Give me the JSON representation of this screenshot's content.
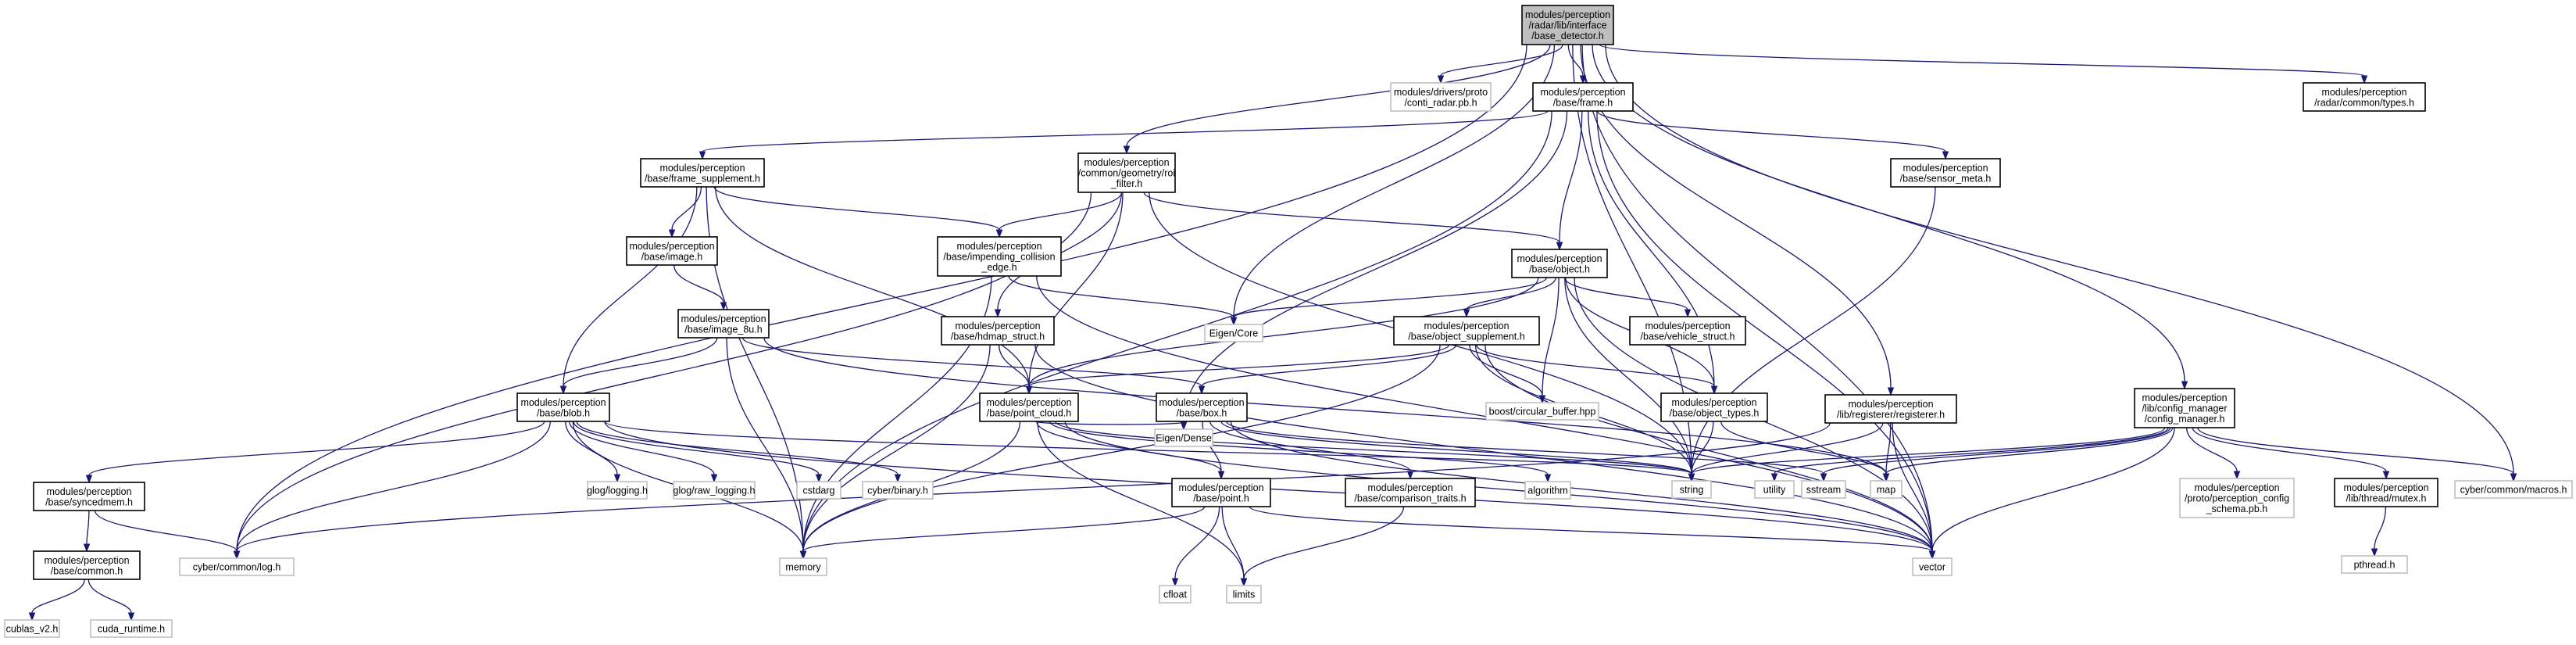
{
  "diagram": {
    "nodes": [
      {
        "id": "root",
        "lines": [
          "modules/perception",
          "/radar/lib/interface",
          "/base_detector.h"
        ],
        "kind": "root"
      },
      {
        "id": "conti",
        "lines": [
          "modules/drivers/proto",
          "/conti_radar.pb.h"
        ],
        "kind": "external"
      },
      {
        "id": "frame",
        "lines": [
          "modules/perception",
          "/base/frame.h"
        ],
        "kind": "file"
      },
      {
        "id": "radartypes",
        "lines": [
          "modules/perception",
          "/radar/common/types.h"
        ],
        "kind": "file"
      },
      {
        "id": "frame_supp",
        "lines": [
          "modules/perception",
          "/base/frame_supplement.h"
        ],
        "kind": "file"
      },
      {
        "id": "roi",
        "lines": [
          "modules/perception",
          "/common/geometry/roi",
          "_filter.h"
        ],
        "kind": "file"
      },
      {
        "id": "sensor_meta",
        "lines": [
          "modules/perception",
          "/base/sensor_meta.h"
        ],
        "kind": "file"
      },
      {
        "id": "image",
        "lines": [
          "modules/perception",
          "/base/image.h"
        ],
        "kind": "file"
      },
      {
        "id": "impending",
        "lines": [
          "modules/perception",
          "/base/impending_collision",
          "_edge.h"
        ],
        "kind": "file"
      },
      {
        "id": "object",
        "lines": [
          "modules/perception",
          "/base/object.h"
        ],
        "kind": "file"
      },
      {
        "id": "image8u",
        "lines": [
          "modules/perception",
          "/base/image_8u.h"
        ],
        "kind": "file"
      },
      {
        "id": "hdmap",
        "lines": [
          "modules/perception",
          "/base/hdmap_struct.h"
        ],
        "kind": "file"
      },
      {
        "id": "eigencore",
        "lines": [
          "Eigen/Core"
        ],
        "kind": "external"
      },
      {
        "id": "obj_supp",
        "lines": [
          "modules/perception",
          "/base/object_supplement.h"
        ],
        "kind": "file"
      },
      {
        "id": "vehicle",
        "lines": [
          "modules/perception",
          "/base/vehicle_struct.h"
        ],
        "kind": "file"
      },
      {
        "id": "blob",
        "lines": [
          "modules/perception",
          "/base/blob.h"
        ],
        "kind": "file"
      },
      {
        "id": "point_cloud",
        "lines": [
          "modules/perception",
          "/base/point_cloud.h"
        ],
        "kind": "file"
      },
      {
        "id": "box",
        "lines": [
          "modules/perception",
          "/base/box.h"
        ],
        "kind": "file"
      },
      {
        "id": "boost",
        "lines": [
          "boost/circular_buffer.hpp"
        ],
        "kind": "external"
      },
      {
        "id": "objtypes",
        "lines": [
          "modules/perception",
          "/base/object_types.h"
        ],
        "kind": "file"
      },
      {
        "id": "registerer",
        "lines": [
          "modules/perception",
          "/lib/registerer/registerer.h"
        ],
        "kind": "file"
      },
      {
        "id": "config_mgr",
        "lines": [
          "modules/perception",
          "/lib/config_manager",
          "/config_manager.h"
        ],
        "kind": "file"
      },
      {
        "id": "syncedmem",
        "lines": [
          "modules/perception",
          "/base/syncedmem.h"
        ],
        "kind": "file"
      },
      {
        "id": "glog",
        "lines": [
          "glog/logging.h"
        ],
        "kind": "external"
      },
      {
        "id": "rawlog",
        "lines": [
          "glog/raw_logging.h"
        ],
        "kind": "external"
      },
      {
        "id": "cstdarg",
        "lines": [
          "cstdarg"
        ],
        "kind": "external"
      },
      {
        "id": "binary",
        "lines": [
          "cyber/binary.h"
        ],
        "kind": "external"
      },
      {
        "id": "eigendense",
        "lines": [
          "Eigen/Dense"
        ],
        "kind": "external"
      },
      {
        "id": "point",
        "lines": [
          "modules/perception",
          "/base/point.h"
        ],
        "kind": "file"
      },
      {
        "id": "comparison",
        "lines": [
          "modules/perception",
          "/base/comparison_traits.h"
        ],
        "kind": "file"
      },
      {
        "id": "algorithm",
        "lines": [
          "algorithm"
        ],
        "kind": "external"
      },
      {
        "id": "string",
        "lines": [
          "string"
        ],
        "kind": "external"
      },
      {
        "id": "utility",
        "lines": [
          "utility"
        ],
        "kind": "external"
      },
      {
        "id": "sstream",
        "lines": [
          "sstream"
        ],
        "kind": "external"
      },
      {
        "id": "map",
        "lines": [
          "map"
        ],
        "kind": "external"
      },
      {
        "id": "proto_cfg",
        "lines": [
          "modules/perception",
          "/proto/perception_config",
          "_schema.pb.h"
        ],
        "kind": "external"
      },
      {
        "id": "mutex",
        "lines": [
          "modules/perception",
          "/lib/thread/mutex.h"
        ],
        "kind": "file"
      },
      {
        "id": "macros",
        "lines": [
          "cyber/common/macros.h"
        ],
        "kind": "external"
      },
      {
        "id": "common",
        "lines": [
          "modules/perception",
          "/base/common.h"
        ],
        "kind": "file"
      },
      {
        "id": "log",
        "lines": [
          "cyber/common/log.h"
        ],
        "kind": "external"
      },
      {
        "id": "memory",
        "lines": [
          "memory"
        ],
        "kind": "external"
      },
      {
        "id": "cfloat",
        "lines": [
          "cfloat"
        ],
        "kind": "external"
      },
      {
        "id": "limits",
        "lines": [
          "limits"
        ],
        "kind": "external"
      },
      {
        "id": "vector",
        "lines": [
          "vector"
        ],
        "kind": "external"
      },
      {
        "id": "pthread",
        "lines": [
          "pthread.h"
        ],
        "kind": "external"
      },
      {
        "id": "cublas",
        "lines": [
          "cublas_v2.h"
        ],
        "kind": "external"
      },
      {
        "id": "cuda",
        "lines": [
          "cuda_runtime.h"
        ],
        "kind": "external"
      }
    ],
    "edges": [
      [
        "root",
        "conti"
      ],
      [
        "root",
        "frame"
      ],
      [
        "root",
        "radartypes"
      ],
      [
        "root",
        "roi"
      ],
      [
        "root",
        "eigencore"
      ],
      [
        "root",
        "registerer"
      ],
      [
        "root",
        "config_mgr"
      ],
      [
        "root",
        "macros"
      ],
      [
        "root",
        "log"
      ],
      [
        "root",
        "string"
      ],
      [
        "root",
        "vector"
      ],
      [
        "frame",
        "frame_supp"
      ],
      [
        "frame",
        "sensor_meta"
      ],
      [
        "frame",
        "object"
      ],
      [
        "frame",
        "objtypes"
      ],
      [
        "frame",
        "eigendense"
      ],
      [
        "frame",
        "memory"
      ],
      [
        "frame",
        "vector"
      ],
      [
        "frame_supp",
        "image"
      ],
      [
        "frame_supp",
        "impending"
      ],
      [
        "frame_supp",
        "blob"
      ],
      [
        "frame_supp",
        "point_cloud"
      ],
      [
        "frame_supp",
        "memory"
      ],
      [
        "roi",
        "hdmap"
      ],
      [
        "roi",
        "impending"
      ],
      [
        "roi",
        "object"
      ],
      [
        "roi",
        "point_cloud"
      ],
      [
        "roi",
        "log"
      ],
      [
        "roi",
        "string"
      ],
      [
        "sensor_meta",
        "string"
      ],
      [
        "image",
        "image8u"
      ],
      [
        "impending",
        "eigencore"
      ],
      [
        "impending",
        "memory"
      ],
      [
        "impending",
        "vector"
      ],
      [
        "image8u",
        "blob"
      ],
      [
        "image8u",
        "box"
      ],
      [
        "image8u",
        "memory"
      ],
      [
        "image8u",
        "map"
      ],
      [
        "hdmap",
        "point_cloud"
      ],
      [
        "hdmap",
        "memory"
      ],
      [
        "hdmap",
        "vector"
      ],
      [
        "object",
        "eigencore"
      ],
      [
        "object",
        "obj_supp"
      ],
      [
        "object",
        "vehicle"
      ],
      [
        "object",
        "boost"
      ],
      [
        "object",
        "objtypes"
      ],
      [
        "object",
        "point_cloud"
      ],
      [
        "object",
        "string"
      ],
      [
        "object",
        "vector"
      ],
      [
        "obj_supp",
        "point_cloud"
      ],
      [
        "obj_supp",
        "box"
      ],
      [
        "obj_supp",
        "boost"
      ],
      [
        "obj_supp",
        "objtypes"
      ],
      [
        "obj_supp",
        "memory"
      ],
      [
        "obj_supp",
        "string"
      ],
      [
        "obj_supp",
        "vector"
      ],
      [
        "blob",
        "syncedmem"
      ],
      [
        "blob",
        "glog"
      ],
      [
        "blob",
        "rawlog"
      ],
      [
        "blob",
        "cstdarg"
      ],
      [
        "blob",
        "binary"
      ],
      [
        "blob",
        "log"
      ],
      [
        "blob",
        "memory"
      ],
      [
        "blob",
        "string"
      ],
      [
        "blob",
        "vector"
      ],
      [
        "point_cloud",
        "eigendense"
      ],
      [
        "point_cloud",
        "point"
      ],
      [
        "point_cloud",
        "algorithm"
      ],
      [
        "point_cloud",
        "limits"
      ],
      [
        "point_cloud",
        "memory"
      ],
      [
        "point_cloud",
        "string"
      ],
      [
        "point_cloud",
        "vector"
      ],
      [
        "box",
        "point"
      ],
      [
        "box",
        "comparison"
      ],
      [
        "box",
        "string"
      ],
      [
        "box",
        "sstream"
      ],
      [
        "box",
        "vector"
      ],
      [
        "objtypes",
        "string"
      ],
      [
        "objtypes",
        "map"
      ],
      [
        "registerer",
        "string"
      ],
      [
        "registerer",
        "map"
      ],
      [
        "registerer",
        "vector"
      ],
      [
        "registerer",
        "log"
      ],
      [
        "config_mgr",
        "string"
      ],
      [
        "config_mgr",
        "utility"
      ],
      [
        "config_mgr",
        "sstream"
      ],
      [
        "config_mgr",
        "map"
      ],
      [
        "config_mgr",
        "vector"
      ],
      [
        "config_mgr",
        "proto_cfg"
      ],
      [
        "config_mgr",
        "mutex"
      ],
      [
        "config_mgr",
        "macros"
      ],
      [
        "mutex",
        "pthread"
      ],
      [
        "syncedmem",
        "common"
      ],
      [
        "syncedmem",
        "log"
      ],
      [
        "common",
        "cublas"
      ],
      [
        "common",
        "cuda"
      ],
      [
        "point",
        "cfloat"
      ],
      [
        "point",
        "limits"
      ],
      [
        "point",
        "memory"
      ],
      [
        "point",
        "vector"
      ],
      [
        "comparison",
        "limits"
      ]
    ]
  }
}
